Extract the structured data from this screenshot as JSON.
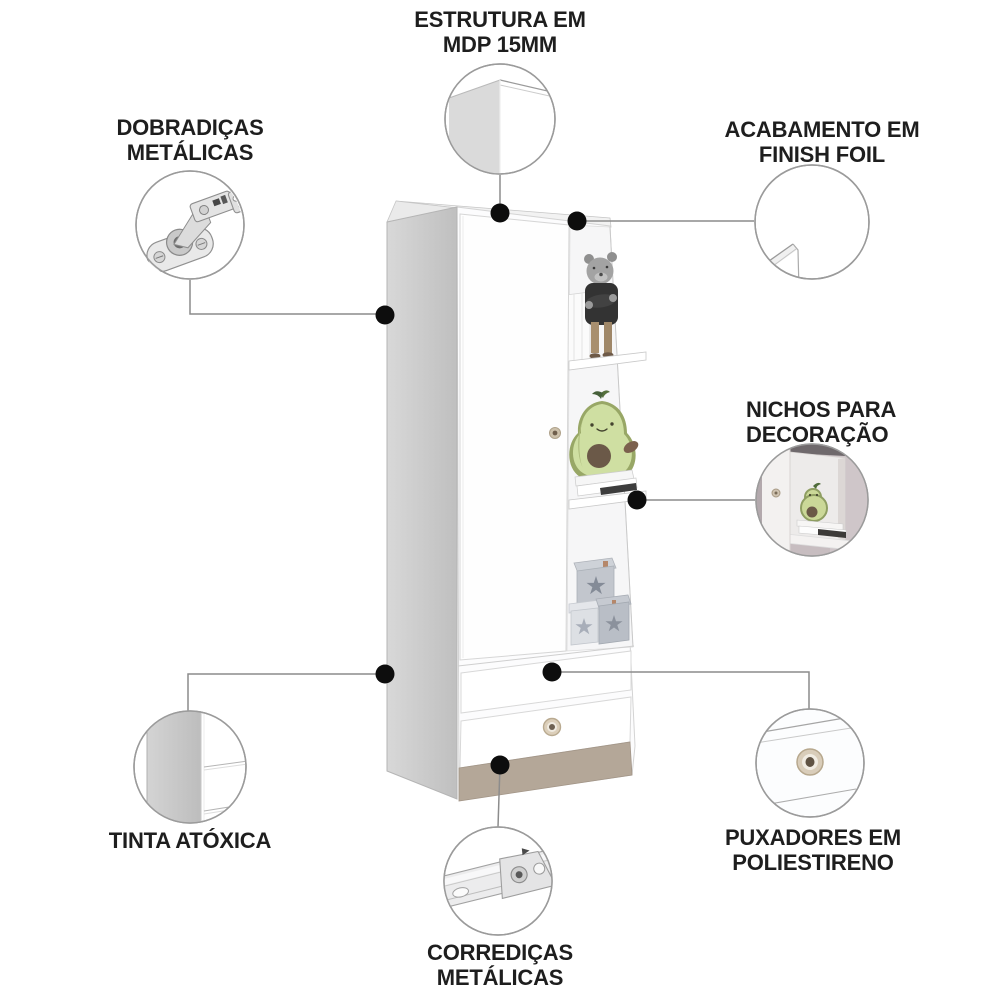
{
  "callouts": {
    "estrutura": {
      "line1": "ESTRUTURA EM",
      "line2": "MDP 15MM",
      "icon": "panel-corner-icon"
    },
    "dobradicas": {
      "line1": "DOBRADIÇAS",
      "line2": "METÁLICAS",
      "icon": "hinge-icon"
    },
    "acabamento": {
      "line1": "ACABAMENTO EM",
      "line2": "FINISH FOIL",
      "icon": "foil-panel-icon"
    },
    "nichos": {
      "line1": "NICHOS PARA",
      "line2": "DECORAÇÃO",
      "icon": "niche-photo-icon"
    },
    "tinta": {
      "line1": "TINTA ATÓXICA",
      "icon": "painted-side-icon"
    },
    "puxadores": {
      "line1": "PUXADORES EM",
      "line2": "POLIESTIRENO",
      "icon": "drawer-knob-icon"
    },
    "corredicas": {
      "line1": "CORREDIÇAS",
      "line2": "METÁLICAS",
      "icon": "slide-rail-icon"
    }
  },
  "colors": {
    "background": "#ffffff",
    "text": "#1e1e1e",
    "connector_line": "#8c8c8c",
    "callout_dot": "#0d0d0d",
    "circle_border": "#9b9b9b",
    "cabinet_white": "#fdfdfd",
    "cabinet_side_gray": "#c6c6c6",
    "base_strip_beige": "#b4a798",
    "knob_beige": "#d9cdba",
    "avocado_green": "#cfdfa2",
    "avocado_rim_green": "#98a766",
    "box_gray_blue": "#c4c8cf",
    "teddy_sweater": "#333333",
    "teddy_gray": "#a3a3a3"
  }
}
